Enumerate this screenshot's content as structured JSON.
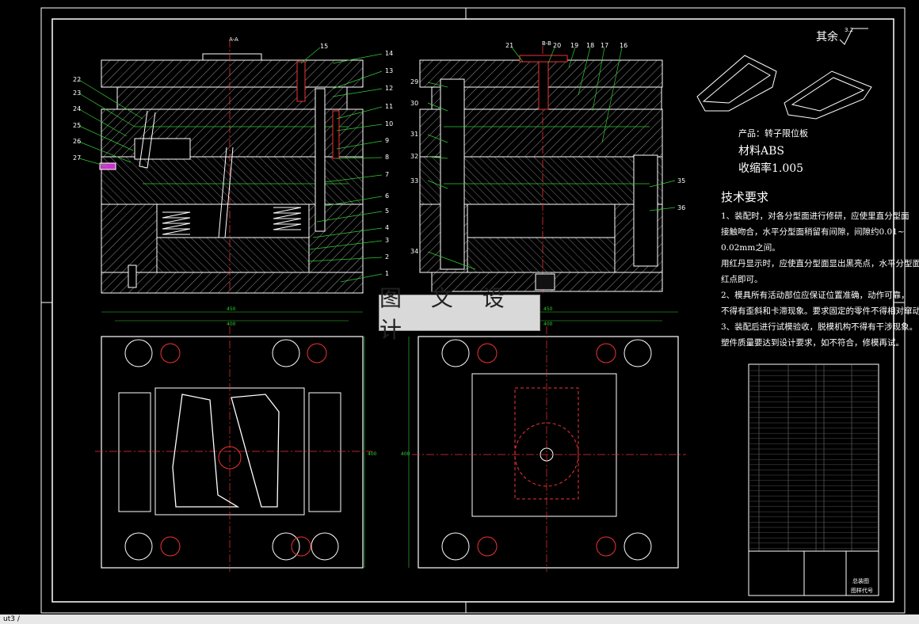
{
  "drawing": {
    "section_aa_label": "A-A",
    "section_bb_label": "B-B",
    "roughness_label": "其余",
    "roughness_value": "3.2",
    "watermark": "图 文 设 计",
    "product_line": "产品：转子限位板",
    "material_line": "材料ABS",
    "shrink_line": "收缩率1.005",
    "dim_450": "450",
    "dim_400": "400",
    "dim_side": "400",
    "title_block_name": "总装图",
    "title_block_code": "图样代号",
    "status_text": "ut3 /"
  },
  "tech_requirements": {
    "heading": "技术要求",
    "lines": [
      "1、装配时，对各分型面进行修研，应使里直分型面",
      "接触吻合，水平分型面稍留有间隙，间隙约0.01~",
      "0.02mm之间。",
      "用红丹显示时，应使直分型面显出黑亮点，水平分型面稍见",
      "红点即可。",
      "2、模具所有活动部位应保证位置准确，动作可靠，",
      "不得有歪斜和卡滞现象。要求固定的零件不得相对窜动。",
      "3、装配后进行试模验收，脱模机构不得有干涉现象。",
      "塑件质量要达到设计要求，如不符合，修模再试。"
    ]
  },
  "callouts_left": [
    "22",
    "23",
    "24",
    "25",
    "26",
    "27"
  ],
  "callouts_right_a": [
    "15",
    "14",
    "13",
    "12",
    "11",
    "10",
    "9",
    "8",
    "7",
    "6",
    "5",
    "4",
    "3",
    "2",
    "1"
  ],
  "callouts_b_top": [
    "21",
    "20",
    "19",
    "18",
    "17",
    "16"
  ],
  "callouts_b_left": [
    "29",
    "30",
    "31",
    "32",
    "33",
    "34"
  ],
  "callouts_b_right": [
    "35",
    "36"
  ]
}
